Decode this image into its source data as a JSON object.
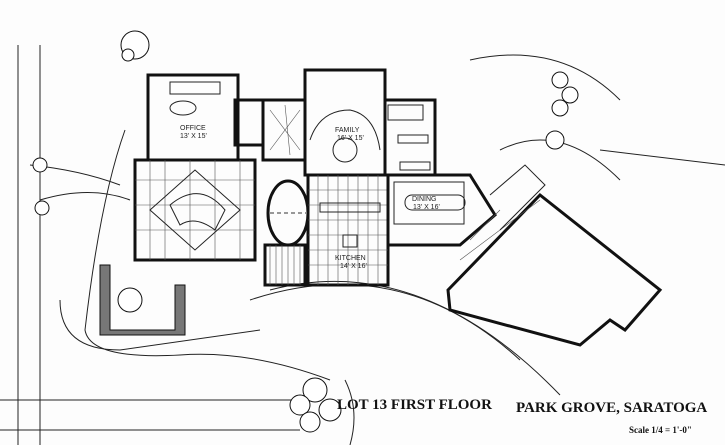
{
  "drawing": {
    "title": "LOT 13 FIRST FLOOR",
    "project": "PARK GROVE, SARATOGA",
    "scale": "Scale 1/4 = 1'-0\""
  },
  "rooms": {
    "office": {
      "name": "OFFICE",
      "size": "13' X 15'"
    },
    "family": {
      "name": "FAMILY",
      "size": "16' X 15'"
    },
    "dining": {
      "name": "DINING",
      "size": "13' X 16'"
    },
    "kitchen": {
      "name": "KITCHEN",
      "size": "14' X 16'"
    }
  },
  "colors": {
    "ink": "#111111",
    "paper": "#fdfdfd"
  }
}
